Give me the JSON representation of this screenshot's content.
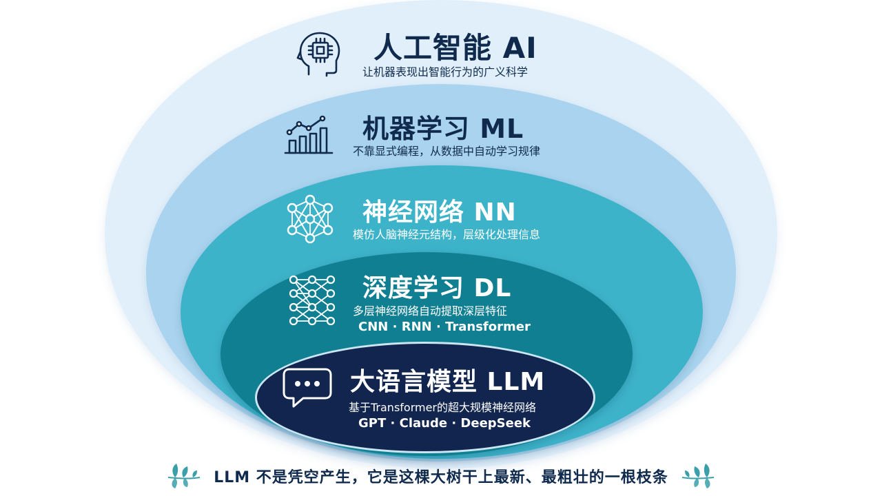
{
  "layers": {
    "ai": {
      "title": "人工智能 AI",
      "desc": "让机器表现出智能行为的广义科学",
      "icon": "brain-chip-icon"
    },
    "ml": {
      "title": "机器学习 ML",
      "desc": "不靠显式编程，从数据中自动学习规律",
      "icon": "growth-chart-icon"
    },
    "nn": {
      "title": "神经网络 NN",
      "desc": "模仿人脑神经元结构，层级化处理信息",
      "icon": "neural-network-icon"
    },
    "dl": {
      "title": "深度学习 DL",
      "desc": "多层神经网络自动提取深层特征",
      "examples": "CNN · RNN · Transformer",
      "icon": "deep-network-icon"
    },
    "llm": {
      "title": "大语言模型 LLM",
      "desc": "基于Transformer的超大规模神经网络",
      "examples": "GPT · Claude · DeepSeek",
      "icon": "chat-bubble-icon"
    }
  },
  "footer": {
    "text": "LLM 不是凭空产生，它是这棵大树干上最新、最粗壮的一根枝条",
    "decoration": "leaf-branch-icon"
  },
  "colors": {
    "ai": "#e1effa",
    "ml": "#a9d3ee",
    "nn": "#3db3c9",
    "dl": "#117f92",
    "llm": "#11254f",
    "text_dark": "#0f2a4d",
    "leaf": "#3a9fa8"
  }
}
